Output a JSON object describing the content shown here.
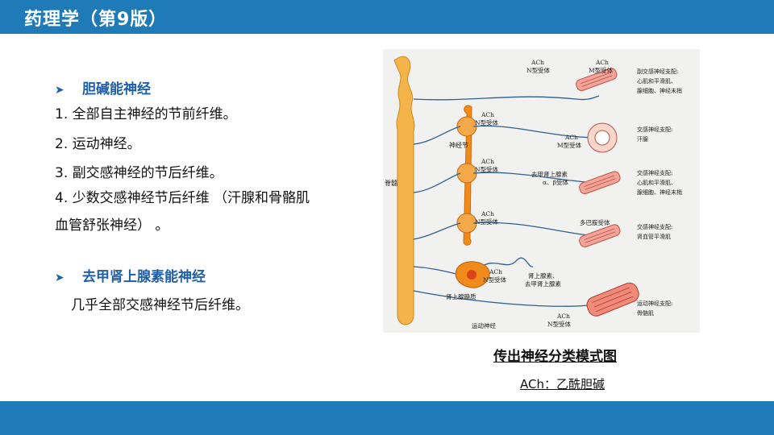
{
  "header": {
    "title": "药理学（第9版）"
  },
  "content": {
    "section1": {
      "heading": "胆碱能神经",
      "items": [
        "1. 全部自主神经的节前纤维。",
        "2. 运动神经。",
        "3. 副交感神经的节后纤维。",
        "4. 少数交感神经节后纤维 （汗腺和骨骼肌",
        "血管舒张神经） 。"
      ]
    },
    "section2": {
      "heading": "去甲肾上腺素能神经",
      "items": [
        "几乎全部交感神经节后纤维。"
      ]
    }
  },
  "figure": {
    "caption": "传出神经分类模式图",
    "subcaption": "ACh：乙酰胆碱",
    "labels": {
      "spinal_cord": "脊髓",
      "ganglion": "神经节",
      "ach": "ACh",
      "n_receptor": "N型受体",
      "m_receptor": "M型受体",
      "ne_receptor": "去甲肾上腺素",
      "ab_receptor": "α、β受体",
      "dopamine_receptor": "多巴胺受体",
      "adrenal_medulla": "肾上腺髓质",
      "adrenal_release_1": "肾上腺素、",
      "adrenal_release_2": "去甲肾上腺素",
      "motor_nerve": "运动神经",
      "para_1": "副交感神经支配:",
      "para_2": "心肌和平滑肌、",
      "para_3": "腺细胞、神经末梢",
      "symp_sweat_1": "交感神经支配:",
      "symp_sweat_2": "汗腺",
      "symp_heart_1": "交感神经支配:",
      "symp_heart_2": "心肌和平滑肌、",
      "symp_heart_3": "腺细胞、神经末梢",
      "symp_renal_1": "交感神经支配:",
      "symp_renal_2": "肾血管平滑肌",
      "motor_1": "运动神经支配:",
      "motor_2": "骨骼肌"
    }
  }
}
